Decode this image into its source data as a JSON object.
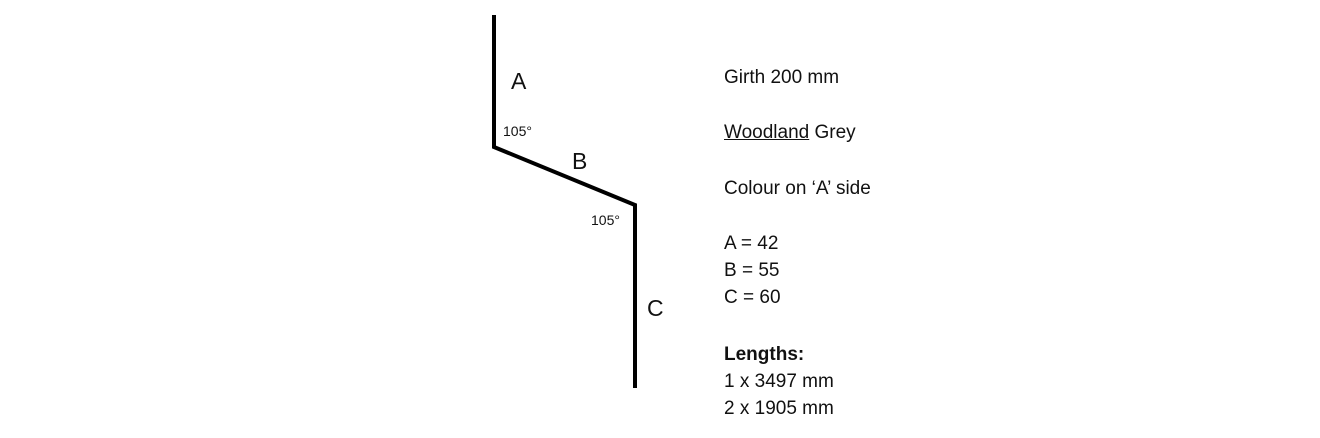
{
  "profile": {
    "segments": {
      "a": "A",
      "b": "B",
      "c": "C"
    },
    "angles": {
      "first": "105°",
      "second": "105°"
    }
  },
  "spec": {
    "girth": "Girth 200 mm",
    "colour_name_underlined": "Woodland",
    "colour_name_rest": " Grey",
    "colour_side": "Colour on ‘A’ side",
    "dimensions": [
      "A = 42",
      "B = 55",
      "C = 60"
    ],
    "lengths_heading": "Lengths:",
    "lengths": [
      "1 x 3497 mm",
      "2 x 1905 mm"
    ]
  }
}
